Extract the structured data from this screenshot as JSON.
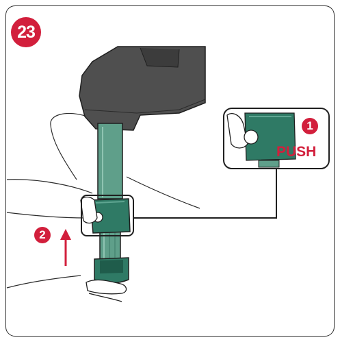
{
  "step": {
    "number": "23",
    "badge_color": "#d21f3c"
  },
  "callout": {
    "marker": "1",
    "action_label": "PUSH",
    "accent_color": "#d21f3c"
  },
  "motion": {
    "marker": "2",
    "direction_icon": "arrow-up-icon",
    "accent_color": "#d21f3c"
  },
  "colors": {
    "leg_teal": "#5f9f8a",
    "collar_teal": "#2f7a65",
    "base_grey": "#4f4f4f",
    "outline": "#1f1f1f"
  }
}
